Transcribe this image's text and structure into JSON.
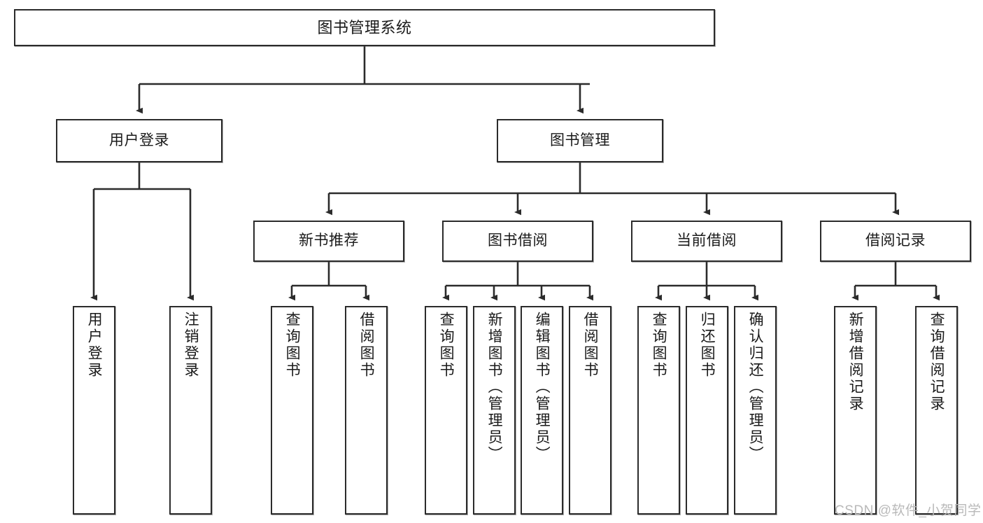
{
  "diagram": {
    "title": "图书管理系统",
    "type": "tree-hierarchy-diagram",
    "colors": {
      "box_border": "#2b2b2b",
      "box_fill": "#ffffff",
      "connector": "#2b2b2b",
      "watermark": "#b9b9b9",
      "background": "#ffffff"
    },
    "nodes": {
      "root": {
        "label": "图书管理系统"
      },
      "level2": [
        {
          "id": "user-login",
          "label": "用户登录"
        },
        {
          "id": "book-manage",
          "label": "图书管理"
        }
      ],
      "level3": [
        {
          "id": "new-book-recommend",
          "label": "新书推荐"
        },
        {
          "id": "book-borrow",
          "label": "图书借阅"
        },
        {
          "id": "current-borrow",
          "label": "当前借阅"
        },
        {
          "id": "borrow-record",
          "label": "借阅记录"
        }
      ],
      "leaves": {
        "user-login": [
          {
            "id": "leaf-user-login",
            "label": "用户登录"
          },
          {
            "id": "leaf-user-logout",
            "label": "注销登录"
          }
        ],
        "new-book-recommend": [
          {
            "id": "leaf-query-book-1",
            "label": "查询图书"
          },
          {
            "id": "leaf-borrow-book-1",
            "label": "借阅图书"
          }
        ],
        "book-borrow": [
          {
            "id": "leaf-query-book-2",
            "label": "查询图书"
          },
          {
            "id": "leaf-add-book",
            "label": "新增图书（管理员）"
          },
          {
            "id": "leaf-edit-book",
            "label": "编辑图书（管理员）"
          },
          {
            "id": "leaf-borrow-book-2",
            "label": "借阅图书"
          }
        ],
        "current-borrow": [
          {
            "id": "leaf-query-book-3",
            "label": "查询图书"
          },
          {
            "id": "leaf-return-book",
            "label": "归还图书"
          },
          {
            "id": "leaf-confirm-return",
            "label": "确认归还（管理员）"
          }
        ],
        "borrow-record": [
          {
            "id": "leaf-add-record",
            "label": "新增借阅记录"
          },
          {
            "id": "leaf-query-record",
            "label": "查询借阅记录"
          }
        ]
      }
    },
    "watermark": "CSDN @软件_小贺同学"
  }
}
